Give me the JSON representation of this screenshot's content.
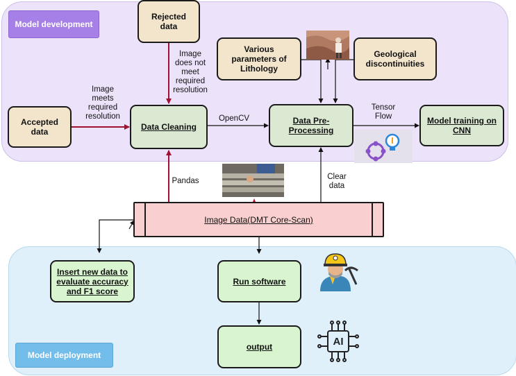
{
  "regions": {
    "development_label": "Model development",
    "deployment_label": "Model deployment"
  },
  "boxes": {
    "rejected": "Rejected data",
    "accepted": "Accepted data",
    "cleaning": "Data Cleaning",
    "preprocessing": "Data Pre-Processing",
    "lithology": "Various parameters of Lithology",
    "geological": "Geological discontinuities",
    "training": "Model training on CNN",
    "image_data": "Image Data(DMT Core-Scan)",
    "insert_data": "Insert new data to evaluate accuracy and F1 score",
    "run_software": "Run software",
    "output": "output"
  },
  "edge_labels": {
    "image_not_meet": "Image\ndoes not\nmeet\nrequired\nresolution",
    "image_meets": "Image\nmeets\nrequired\nresolution",
    "opencv": "OpenCV",
    "tensorflow": "Tensor\nFlow",
    "pandas": "Pandas",
    "clear_data": "Clear\ndata"
  },
  "icons": {
    "ai_chip": "AI"
  },
  "colors": {
    "dev_region": "#ece3fb",
    "dep_region": "#dff0fa",
    "dev_tag": "#a680e6",
    "dep_tag": "#72bdea",
    "red_arrow": "#a01030",
    "image_data_fill": "#f9cfcf"
  }
}
